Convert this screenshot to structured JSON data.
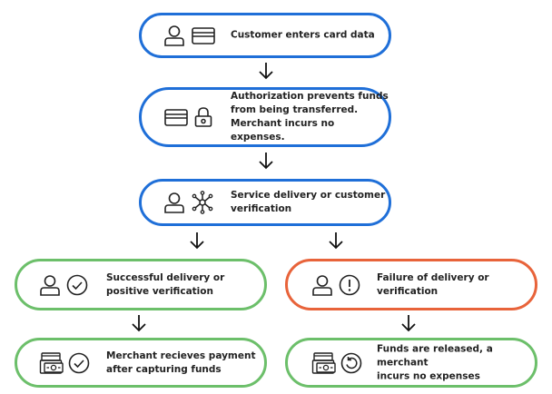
{
  "colors": {
    "blue": "#1f6fd8",
    "green": "#6cbf6a",
    "red": "#e8633a",
    "text": "#222222"
  },
  "steps": {
    "enter_card": {
      "text": "Customer enters card data",
      "icons": [
        "user-icon",
        "card-icon"
      ]
    },
    "authorization": {
      "text": "Authorization prevents funds\nfrom being transferred.\nMerchant incurs no expenses.",
      "icons": [
        "card-icon",
        "lock-icon"
      ]
    },
    "verification": {
      "text": "Service delivery or customer\nverification",
      "icons": [
        "user-icon",
        "network-icon"
      ]
    },
    "success": {
      "text": "Successful delivery or\npositive verification",
      "icons": [
        "user-icon",
        "check-circle-icon"
      ]
    },
    "failure": {
      "text": "Failure of delivery or\nverification",
      "icons": [
        "user-icon",
        "exclamation-circle-icon"
      ]
    },
    "payment": {
      "text": "Merchant recieves payment\nafter capturing funds",
      "icons": [
        "cash-register-icon",
        "check-circle-icon"
      ]
    },
    "release": {
      "text": "Funds are released, a merchant\nincurs no expenses",
      "icons": [
        "cash-register-icon",
        "undo-circle-icon"
      ]
    }
  }
}
